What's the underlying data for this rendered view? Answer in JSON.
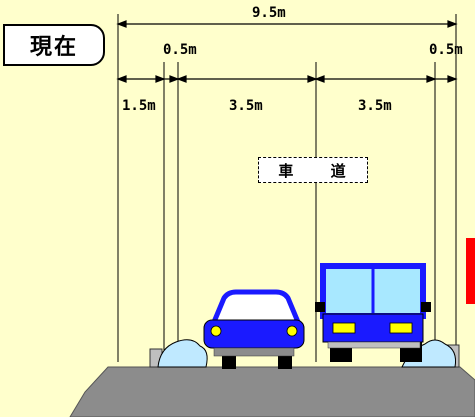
{
  "status_label": "現在",
  "lane_label": "車 道",
  "dimensions": {
    "total_width": "9.5m",
    "left_edge": "0.5m",
    "right_edge": "0.5m",
    "left_shoulder": "1.5m",
    "lane_left": "3.5m",
    "lane_right": "3.5m"
  },
  "colors": {
    "background": "#ffffcc",
    "road": "#8c8c8c",
    "car": "#1a1aff",
    "truck_body": "#1a1aff",
    "truck_cab": "#a8e8ff",
    "indicator": "#ff0000"
  }
}
